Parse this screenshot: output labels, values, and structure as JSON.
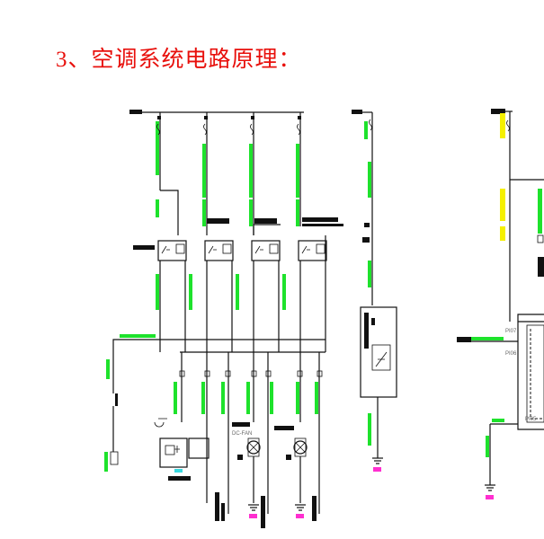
{
  "title": "3、空调系统电路原理：",
  "annotations": {
    "label_a": "PI07",
    "label_b": "PI06",
    "label_c": "PI05"
  },
  "colors": {
    "title": "#e8100c",
    "wire_label_green": "#1ee22c",
    "wire_label_yellow": "#f5f000",
    "ground_marker": "#ff2fd0",
    "connector_marker": "#39d9e0"
  }
}
